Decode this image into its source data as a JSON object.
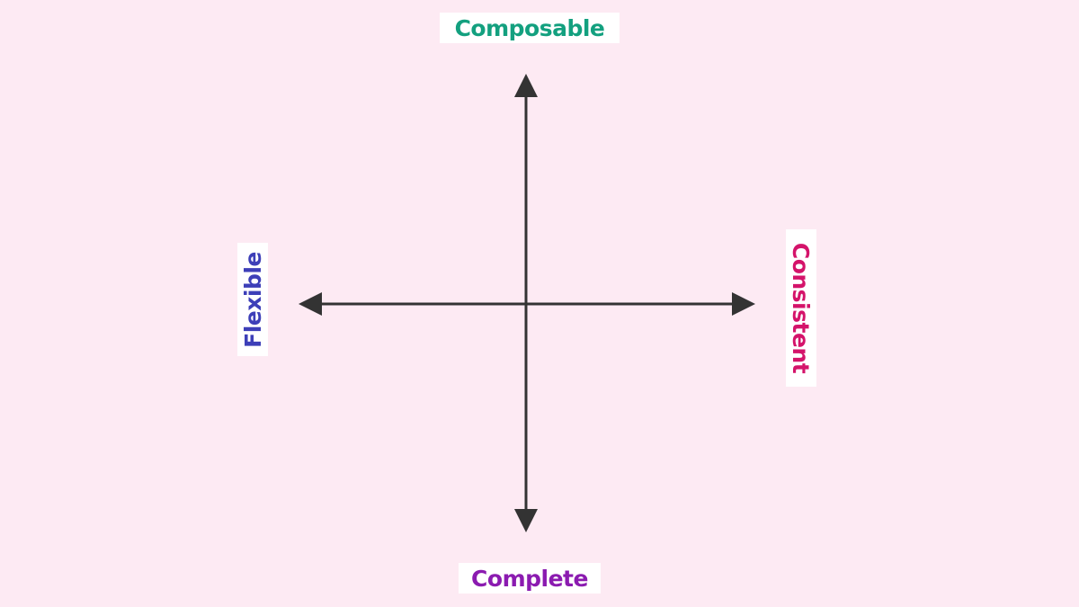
{
  "labels": {
    "top": "Composable",
    "bottom": "Complete",
    "left": "Flexible",
    "right": "Consistent"
  },
  "colors": {
    "top": "#13a07f",
    "bottom": "#8b1bb0",
    "left": "#3d3fb8",
    "right": "#d4136a",
    "axis": "#333333",
    "background": "#fdeaf3"
  }
}
